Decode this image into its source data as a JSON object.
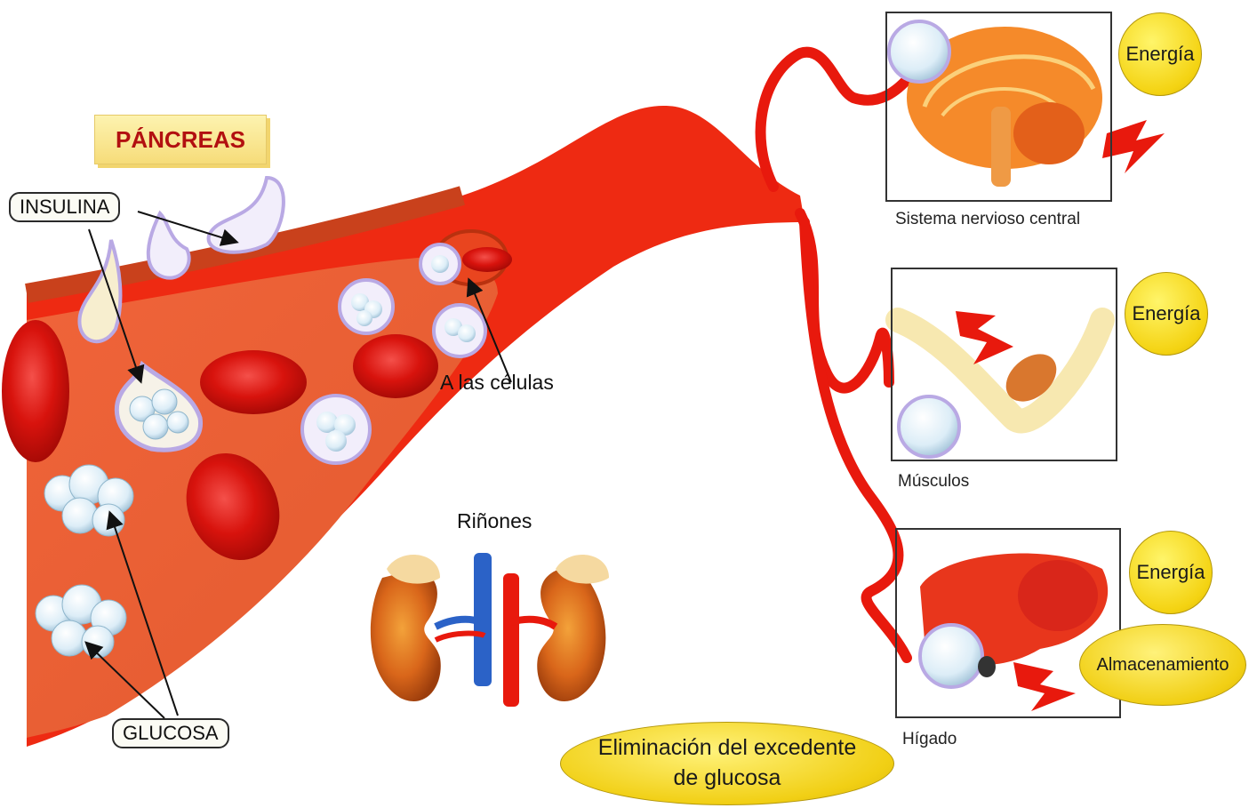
{
  "labels": {
    "pancreas": "PÁNCREAS",
    "insulin": "INSULINA",
    "glucose": "GLUCOSA",
    "to_cells": "A las células",
    "kidneys": "Riñones"
  },
  "organs": [
    {
      "caption": "Sistema nervioso central",
      "energy": "Energía"
    },
    {
      "caption": "Músculos",
      "energy": "Energía"
    },
    {
      "caption": "Hígado",
      "energy": "Energía",
      "storage": "Almacenamiento"
    }
  ],
  "elimination": {
    "line1": "Eliminación del excedente",
    "line2": "de glucosa"
  },
  "colors": {
    "blood": "#e8190d",
    "vessel_wall": "#d9562f",
    "energy_yellow": "#f4d312",
    "glucose": "#d9ecf6",
    "insulin": "#b9a9e4"
  }
}
